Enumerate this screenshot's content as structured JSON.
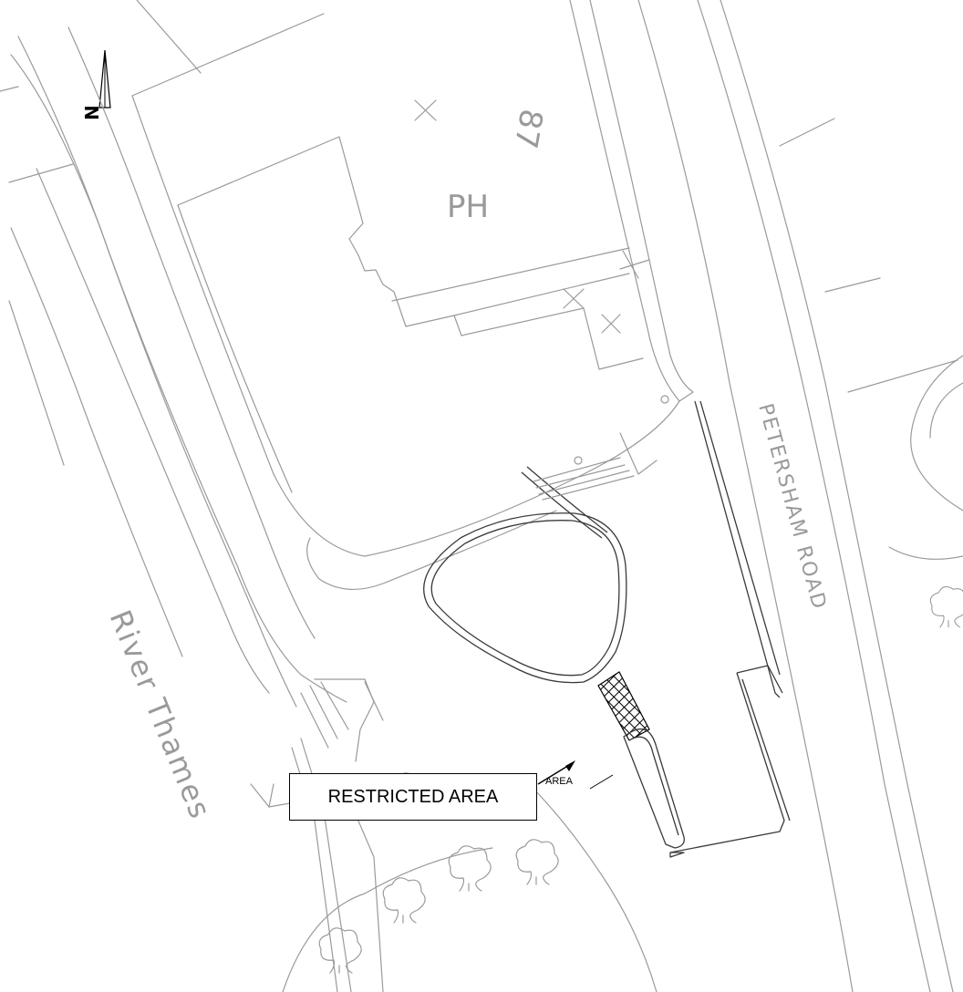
{
  "map": {
    "north_label": "N",
    "plot_number": "87",
    "building_label": "PH",
    "road_label": "PETERSHAM ROAD",
    "river_label": "River Thames",
    "restricted_area_label": "RESTRICTED AREA",
    "area_tag": "AREA"
  },
  "colors": {
    "linework": "#9a9a9a",
    "feature": "#3a3a3a",
    "hatch": "#000000"
  }
}
